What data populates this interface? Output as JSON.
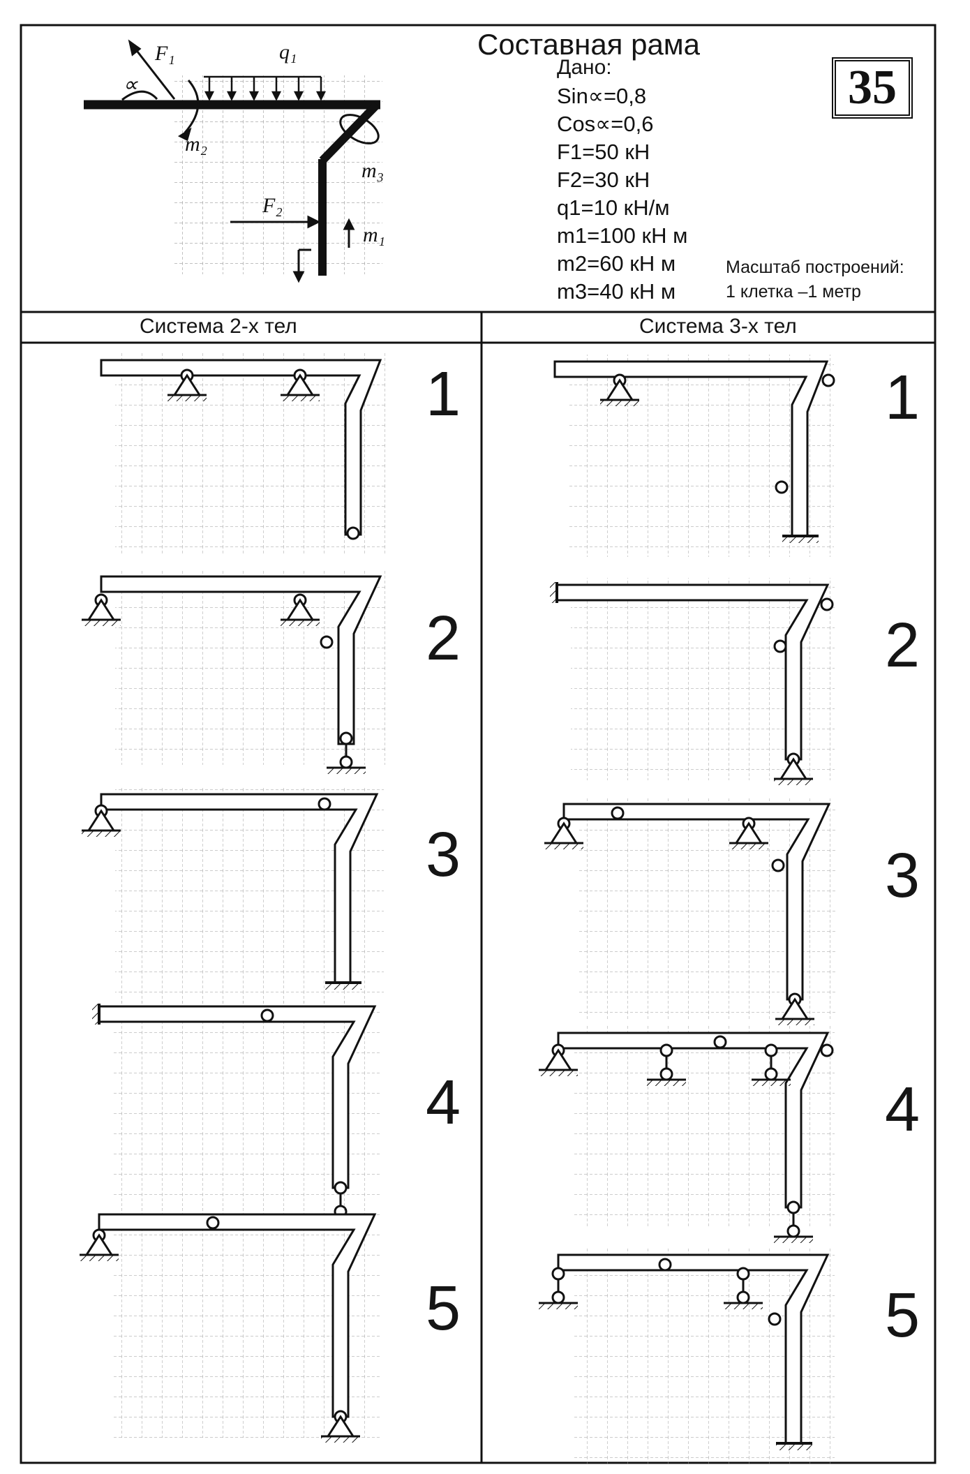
{
  "header": {
    "title": "Составная рама",
    "variant_number": "35",
    "given_label": "Дано:",
    "given": [
      "Sin∝=0,8",
      "Cos∝=0,6",
      "F1=50 кН",
      "F2=30 кН",
      "q1=10 кН/м",
      "m1=100 кН м",
      "m2=60 кН м",
      "m3=40 кН м"
    ],
    "scale_title": "Масштаб построений:",
    "scale_value": "1 клетка –1 метр"
  },
  "scheme_labels": {
    "f1": "F₁",
    "q1": "q₁",
    "alpha": "∝",
    "m2": "m₂",
    "m3": "m₃",
    "f2": "F₂",
    "m1": "m₁"
  },
  "columns": {
    "left_title": "Система 2-х тел",
    "right_title": "Система 3-х тел"
  },
  "variants_left": [
    "1",
    "2",
    "3",
    "4",
    "5"
  ],
  "variants_right": [
    "1",
    "2",
    "3",
    "4",
    "5"
  ],
  "colors": {
    "ink": "#151515",
    "grid": "#9a9a9a",
    "paper": "#ffffff"
  }
}
